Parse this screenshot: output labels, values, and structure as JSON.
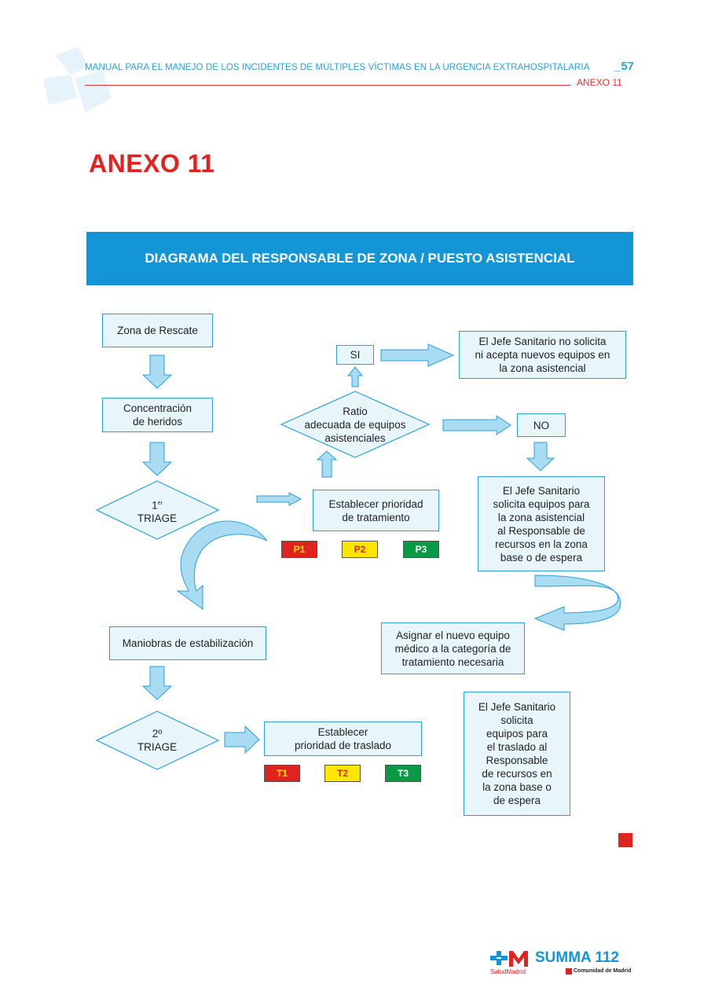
{
  "header": {
    "title": "MANUAL PARA EL MANEJO DE LOS INCIDENTES DE MÚLTIPLES VÍCTIMAS EN LA URGENCIA EXTRAHOSPITALARIA",
    "page_number": "57",
    "annex": "ANEXO 11"
  },
  "page_title": "ANEXO 11",
  "diagram": {
    "title": "DIAGRAMA DEL RESPONSABLE DE ZONA / PUESTO ASISTENCIAL",
    "nodes": {
      "zona_rescate": "Zona de Rescate",
      "concentracion": "Concentración\nde heridos",
      "triage1_num": "1",
      "triage1_sup": "er",
      "triage1_label": "TRIAGE",
      "ratio": "Ratio\nadecuada de equipos\nasistenciales",
      "si": "SI",
      "no": "NO",
      "jefe_no_solicita": "El Jefe Sanitario no solicita\nni acepta nuevos equipos en\nla zona asistencial",
      "jefe_solicita": "El Jefe Sanitario\nsolicita equipos para\nla zona asistencial\nal Responsable de\nrecursos en la zona\nbase o de espera",
      "establecer_tratamiento": "Establecer prioridad\nde tratamiento",
      "asignar": "Asignar el nuevo equipo\nmédico a la categoría de\ntratamiento necesaria",
      "maniobras": "Maniobras de estabilización",
      "triage2": "2º\nTRIAGE",
      "establecer_traslado": "Establecer\nprioridad de traslado",
      "jefe_traslado": "El Jefe Sanitario\nsolicita\nequipos para\nel traslado al\nResponsable\nde recursos en\nla zona base o\nde espera"
    },
    "priority_tags": [
      "P1",
      "P2",
      "P3"
    ],
    "transfer_tags": [
      "T1",
      "T2",
      "T3"
    ],
    "colors": {
      "red": "#e0231f",
      "yellow": "#ffe600",
      "green": "#0a9a46",
      "accent_blue": "#1496d6",
      "box_fill": "#e8f6fc",
      "arrow_fill": "#a9dcf3"
    }
  },
  "footer": {
    "brand": "SUMMA 112",
    "salud": "SaludMadrid",
    "comunidad": "Comunidad de Madrid"
  }
}
